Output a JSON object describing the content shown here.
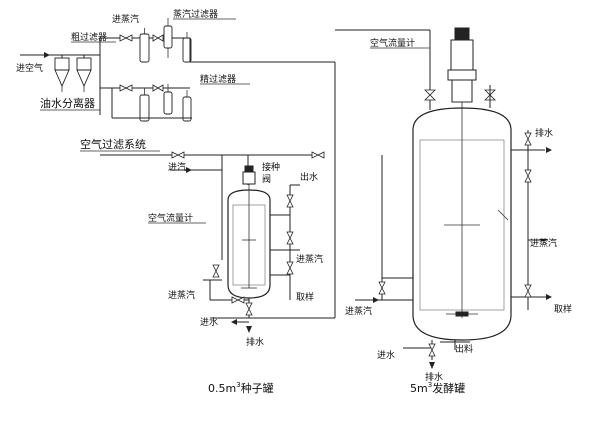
{
  "labels": {
    "steam_in_top": "进蒸汽",
    "steam_filter": "蒸汽过滤器",
    "coarse_filter": "粗过滤器",
    "air_in": "进空气",
    "fine_filter": "精过滤器",
    "oil_water_separator": "油水分离器",
    "air_filter_system": "空气过滤系统",
    "flowmeter_top": "空气流量计",
    "steam_in_left": "进汽",
    "inoculation_valve_1": "接种",
    "inoculation_valve_2": "阀",
    "water_out_seed": "出水",
    "flowmeter_seed": "空气流量计",
    "steam_in_seed_right": "进蒸汽",
    "steam_in_seed_left": "进蒸汽",
    "sampling_seed": "取样",
    "water_in_seed": "进水",
    "drain_seed": "排水",
    "seed_tank_caption_prefix": "0.5m",
    "seed_tank_caption_sup": "3",
    "seed_tank_caption_suffix": "种子罐",
    "drain_top_right": "排水",
    "steam_in_ferm_right": "进蒸汽",
    "sampling_ferm": "取样",
    "steam_in_ferm_left": "进蒸汽",
    "water_in_ferm": "进水",
    "discharge": "出料",
    "drain_ferm": "排水",
    "ferm_tank_caption_prefix": "5m",
    "ferm_tank_caption_sup": "3",
    "ferm_tank_caption_suffix": "发酵罐"
  }
}
